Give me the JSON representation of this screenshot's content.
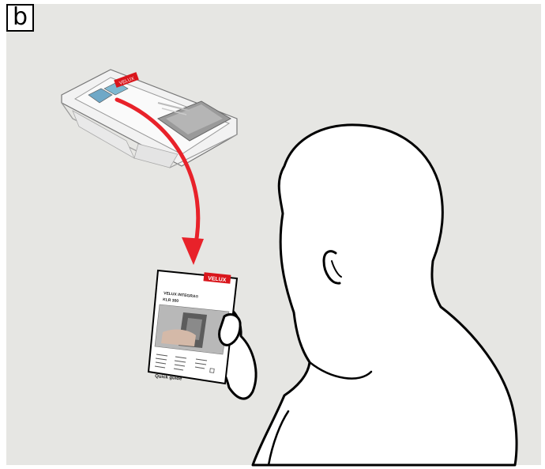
{
  "figure": {
    "label": "b"
  },
  "packaging": {
    "brand_badge": "VELUX"
  },
  "booklet": {
    "brand": "VELUX",
    "title_line1": "VELUX INTEGRA®",
    "title_line2": "KLR 300",
    "footer": "Quick guide"
  },
  "colors": {
    "background": "#e6e6e3",
    "arrow": "#e8222a",
    "brand_red": "#d9161c",
    "outline": "#000000"
  }
}
